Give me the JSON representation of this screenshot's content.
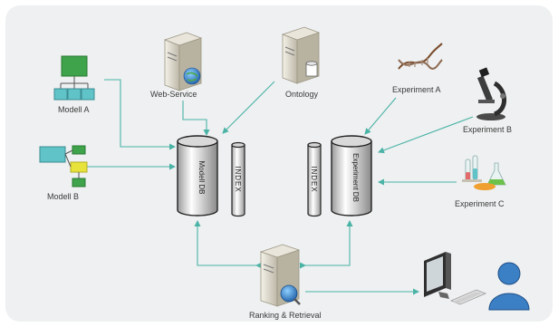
{
  "labels": {
    "modell_a": "Modell A",
    "modell_b": "Modell B",
    "web_service": "Web-Service",
    "ontology": "Ontology",
    "experiment_a": "Experiment A",
    "experiment_b": "Experiment B",
    "experiment_c": "Experiment C",
    "ranking": "Ranking & Retrieval"
  },
  "databases": {
    "left_db": "Modell DB",
    "right_db": "Experiment DB"
  },
  "index_label": "INDEX",
  "colors": {
    "arrow": "#4bb3a6",
    "model_green": "#3ea34a",
    "model_teal": "#5fc3c8",
    "model_yellow": "#e8e23c",
    "server": "#d9d5c8",
    "person_blue": "#3b7fc4"
  }
}
